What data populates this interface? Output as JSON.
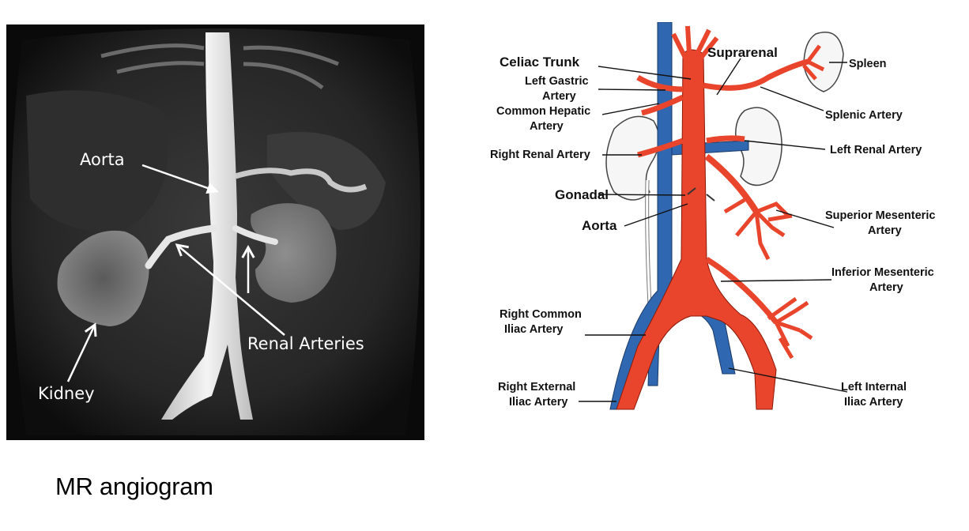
{
  "mr_angiogram": {
    "labels": {
      "aorta": "Aorta",
      "renal_arteries": "Renal Arteries",
      "kidney": "Kidney"
    },
    "caption": "MR angiogram"
  },
  "diagram": {
    "labels": {
      "celiac_trunk": "Celiac Trunk",
      "left_gastric_1": "Left Gastric",
      "left_gastric_2": "Artery",
      "common_hepatic_1": "Common Hepatic",
      "common_hepatic_2": "Artery",
      "right_renal": "Right Renal Artery",
      "gonadal": "Gonadal",
      "aorta": "Aorta",
      "right_common_iliac_1": "Right Common",
      "right_common_iliac_2": "Iliac Artery",
      "right_external_iliac_1": "Right External",
      "right_external_iliac_2": "Iliac Artery",
      "suprarenal": "Suprarenal",
      "spleen": "Spleen",
      "splenic": "Splenic Artery",
      "left_renal": "Left Renal Artery",
      "superior_mesenteric_1": "Superior Mesenteric",
      "superior_mesenteric_2": "Artery",
      "inferior_mesenteric_1": "Inferior Mesenteric",
      "inferior_mesenteric_2": "Artery",
      "left_internal_iliac_1": "Left Internal",
      "left_internal_iliac_2": "Iliac Artery"
    },
    "colors": {
      "artery": "#e8452c",
      "vein": "#2f68b0",
      "outline": "#222222"
    }
  }
}
